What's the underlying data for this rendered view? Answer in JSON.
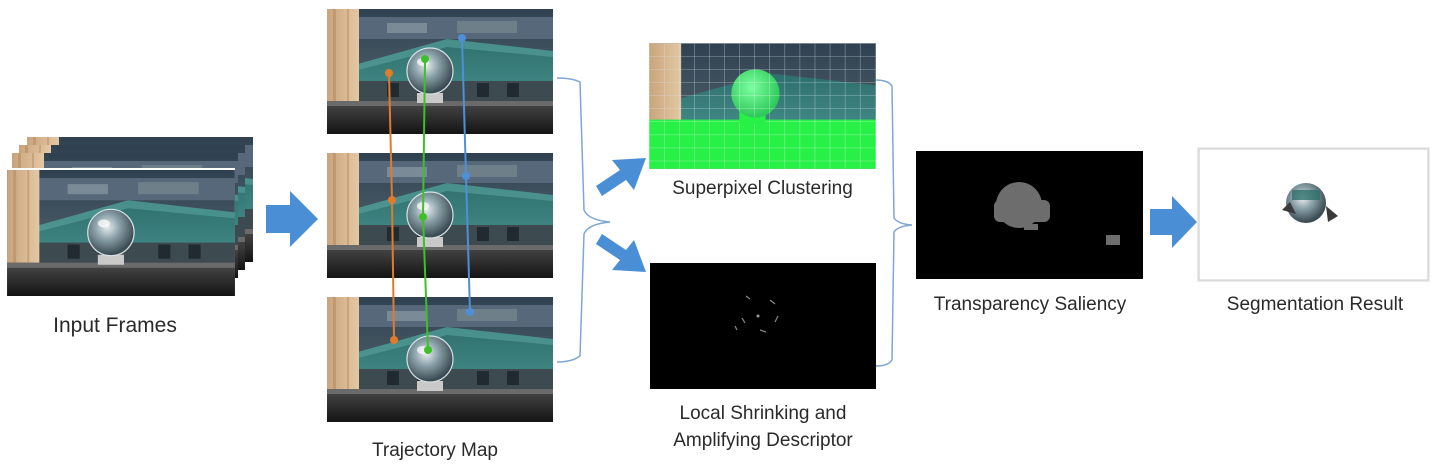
{
  "stages": {
    "input_frames": "Input Frames",
    "trajectory_map": "Trajectory Map",
    "superpixel_clustering": "Superpixel Clustering",
    "local_descriptor_line1": "Local Shrinking and",
    "local_descriptor_line2": "Amplifying Descriptor",
    "transparency_saliency": "Transparency Saliency",
    "segmentation_result": "Segmentation Result"
  },
  "colors": {
    "arrow": "#4a8fd6",
    "bracket": "#7fa6d4",
    "trajectory_orange": "#e07b2c",
    "trajectory_green": "#3fbf2a",
    "trajectory_blue": "#4f8fd8",
    "superpixel_overlay": "#27f046",
    "saliency_gray": "#6d6d6d"
  }
}
